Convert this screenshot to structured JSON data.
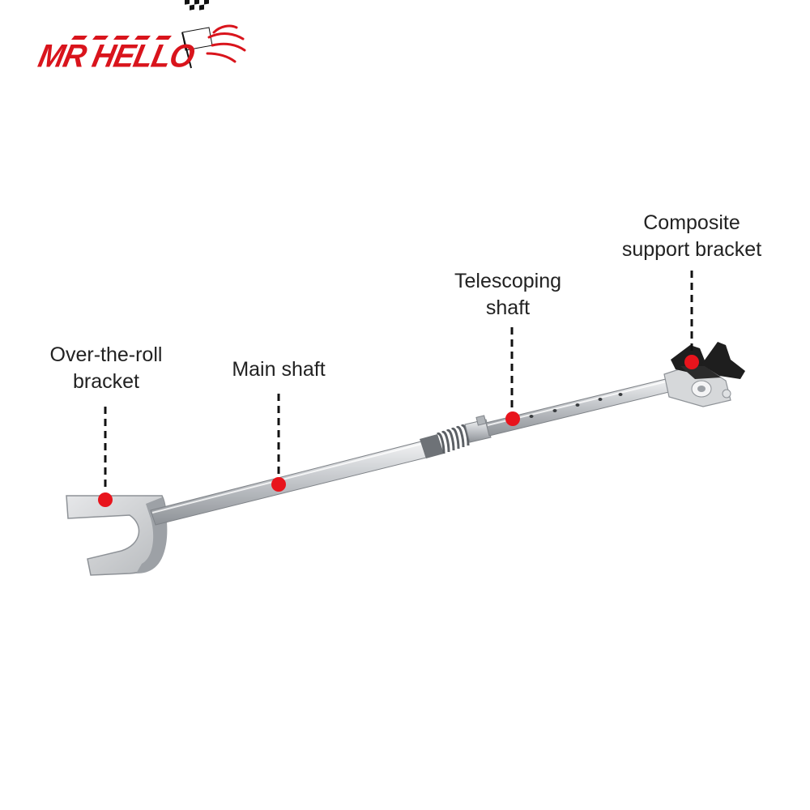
{
  "brand": {
    "name": "MR HELLO",
    "color": "#d9141c"
  },
  "callouts": [
    {
      "id": "over-the-roll",
      "lines": [
        "Over-the-roll",
        "bracket"
      ]
    },
    {
      "id": "main-shaft",
      "lines": [
        "Main shaft"
      ]
    },
    {
      "id": "telescoping",
      "lines": [
        "Telescoping",
        "shaft"
      ]
    },
    {
      "id": "composite",
      "lines": [
        "Composite",
        "support bracket"
      ]
    }
  ],
  "colors": {
    "marker": "#e8141c",
    "leader": "#111111",
    "text": "#222222",
    "metal": "#c9ccd0",
    "bracket_black": "#1e1e1e"
  },
  "icons": [
    "checkered-flag-icon",
    "flame-icon"
  ]
}
